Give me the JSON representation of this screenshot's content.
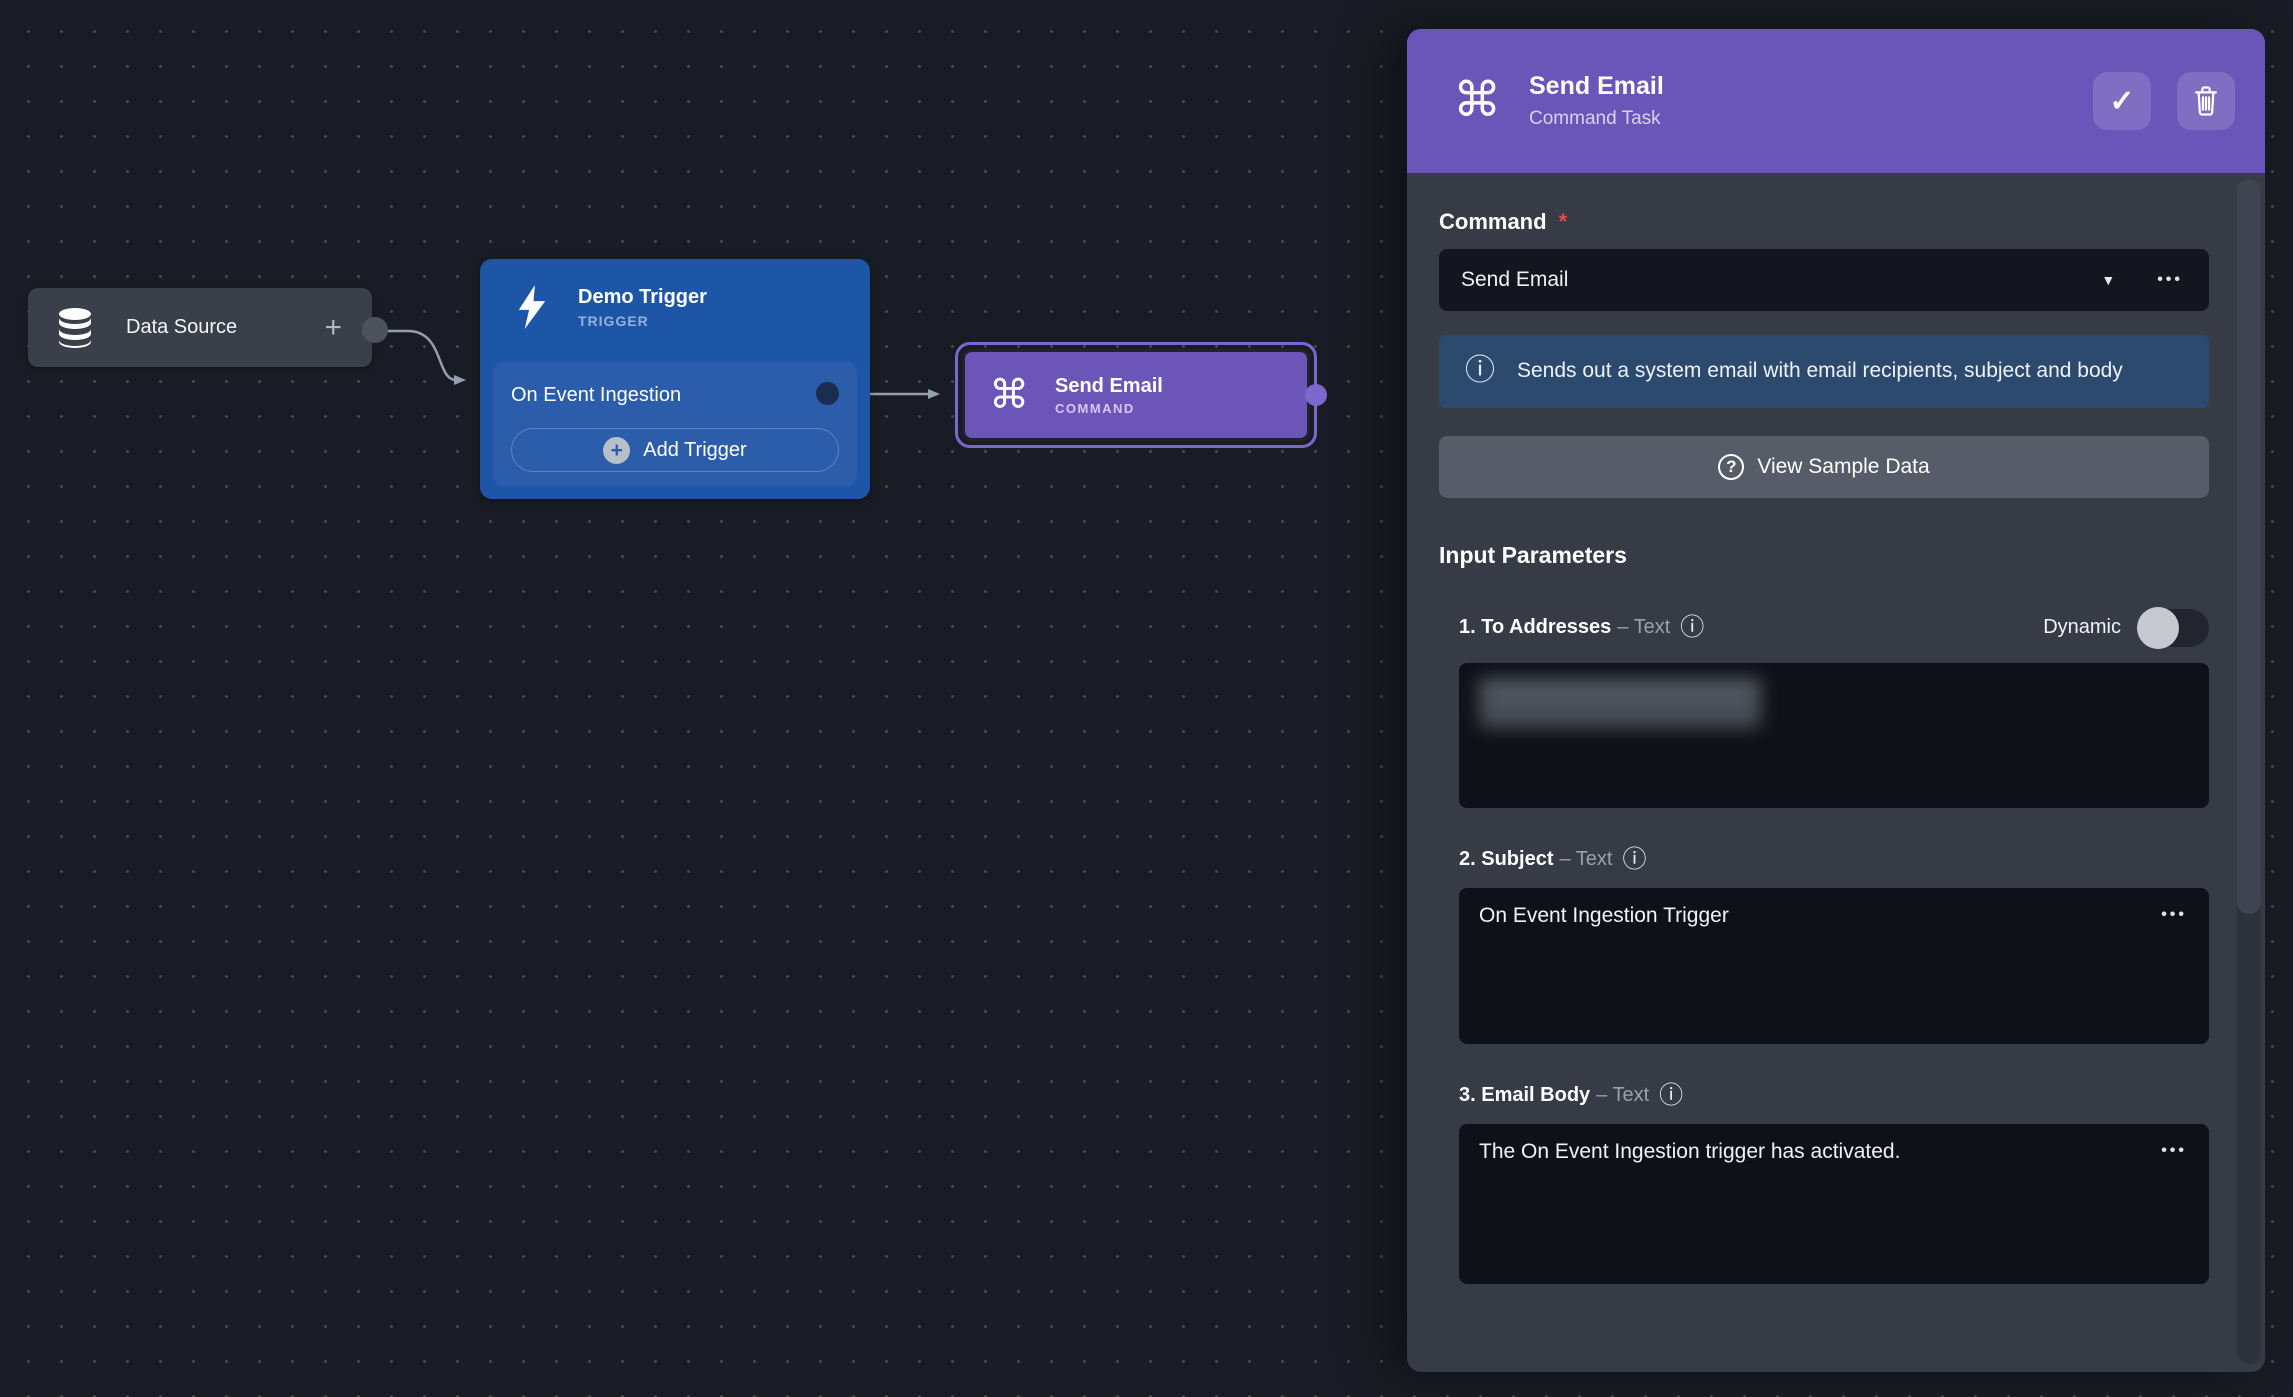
{
  "canvas": {
    "nodes": {
      "data_source": {
        "label": "Data Source",
        "add_label": "+",
        "icon": "database-icon"
      },
      "demo_trigger": {
        "title": "Demo Trigger",
        "type_label": "TRIGGER",
        "item": "On Event Ingestion",
        "add_button": "Add Trigger",
        "icon": "lightning-icon"
      },
      "send_email": {
        "title": "Send Email",
        "type_label": "COMMAND",
        "icon": "command-icon"
      }
    }
  },
  "panel": {
    "header": {
      "title": "Send Email",
      "subtitle": "Command Task"
    },
    "command": {
      "label": "Command",
      "required_marker": "*",
      "value": "Send Email",
      "description": "Sends out a system email with email recipients, subject and body"
    },
    "sample_button": {
      "label": "View Sample Data"
    },
    "input_parameters": {
      "heading": "Input Parameters",
      "params": [
        {
          "label": "1. To Addresses",
          "type_label": "– Text",
          "value": "",
          "redacted": true,
          "dynamic": {
            "label": "Dynamic",
            "enabled": false
          }
        },
        {
          "label": "2. Subject",
          "type_label": "– Text",
          "value": "On Event Ingestion Trigger"
        },
        {
          "label": "3. Email Body",
          "type_label": "– Text",
          "value": "The On Event Ingestion trigger has activated."
        }
      ]
    }
  },
  "icons": {
    "command": "⌘",
    "check": "✓",
    "caret_down": "▼",
    "kebab": "•••",
    "info_circled": "ⓘ",
    "question": "?",
    "plus": "+"
  },
  "colors": {
    "canvas_bg": "#191c24",
    "panel_bg": "#363b46",
    "header_purple": "#6a55b8",
    "node_blue": "#1d55a7",
    "node_blue_inner": "#2b5dab",
    "node_purple": "#6b55b9",
    "selection_ring": "#7c67ce",
    "info_blue": "#2c4a6e",
    "field_bg": "#0e1117",
    "sample_btn_gray": "#575d68",
    "required_red": "#e5484d",
    "edge_gray": "#95a0ae"
  }
}
